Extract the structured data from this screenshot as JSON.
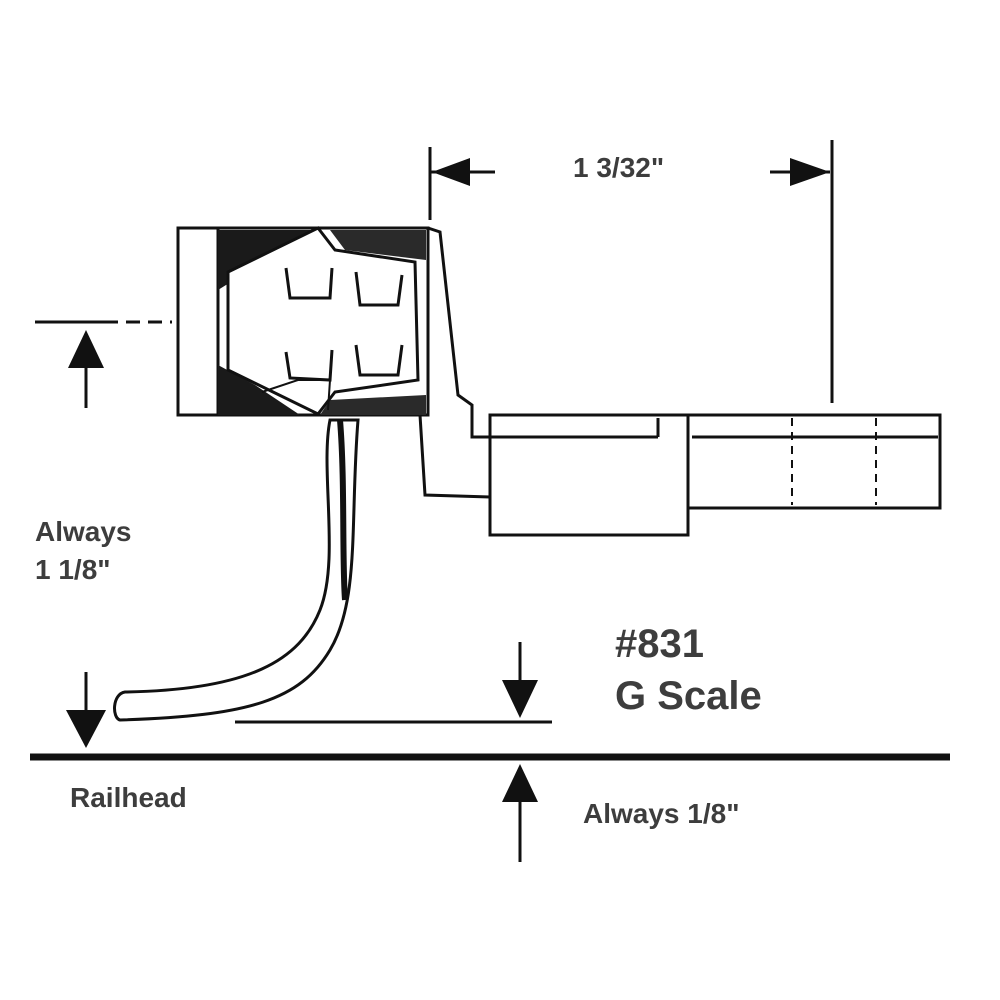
{
  "dimensions": {
    "knuckle_to_mount": "1 3/32\"",
    "center_height_line1": "Always",
    "center_height_line2": "1 1/8\"",
    "trip_pin_clearance": "Always 1/8\""
  },
  "labels": {
    "railhead": "Railhead"
  },
  "product": {
    "number": "#831",
    "scale": "G Scale"
  }
}
